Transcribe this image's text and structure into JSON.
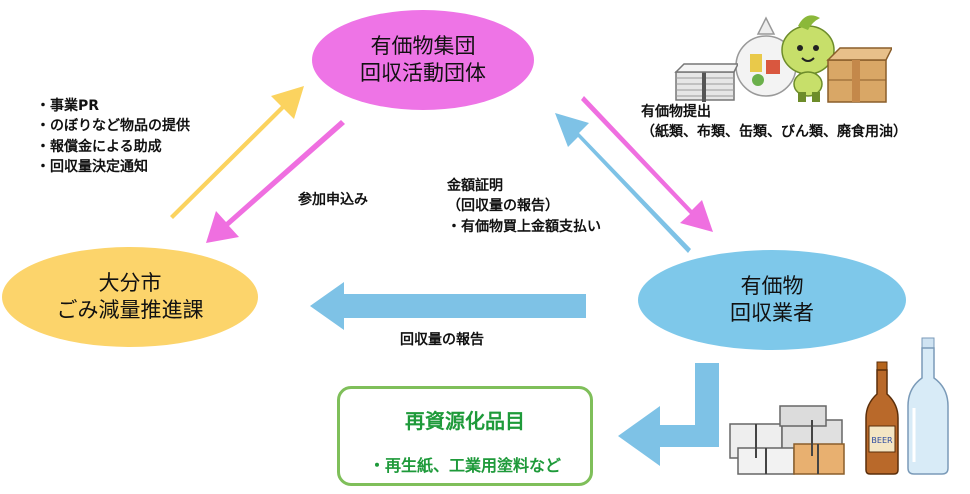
{
  "colors": {
    "group_fill": "#ee74e6",
    "city_fill": "#fcd46b",
    "dealer_fill": "#7ec8ea",
    "arrow_yellow": "#fbd35f",
    "arrow_pink": "#ef6fe0",
    "arrow_blue": "#7ec2e6",
    "recycled_green": "#1e9a3a"
  },
  "nodes": {
    "group": {
      "line1": "有価物集団",
      "line2": "回収活動団体"
    },
    "city": {
      "line1": "大分市",
      "line2": "ごみ減量推進課"
    },
    "dealer": {
      "line1": "有価物",
      "line2": "回収業者"
    }
  },
  "labels": {
    "city_support": [
      "・事業PR",
      "・のぼりなど物品の提供",
      "・報償金による助成",
      "・回収量決定通知"
    ],
    "apply": "参加申込み",
    "payment": [
      "金額証明",
      "（回収量の報告）",
      "・有価物買上金額支払い"
    ],
    "submit": [
      "有価物提出",
      "（紙類、布類、缶類、びん類、廃食用油）"
    ],
    "report": "回収量の報告"
  },
  "recycled": {
    "title": "再資源化品目",
    "item": "・再生紙、工業用塗料など"
  },
  "icons": [
    "mascot-icon",
    "newspaper-bundle-icon",
    "cardboard-box-icon",
    "paper-bundles-icon",
    "beer-bottle-icon",
    "glass-bottle-icon"
  ],
  "bottle_label": "BEER"
}
